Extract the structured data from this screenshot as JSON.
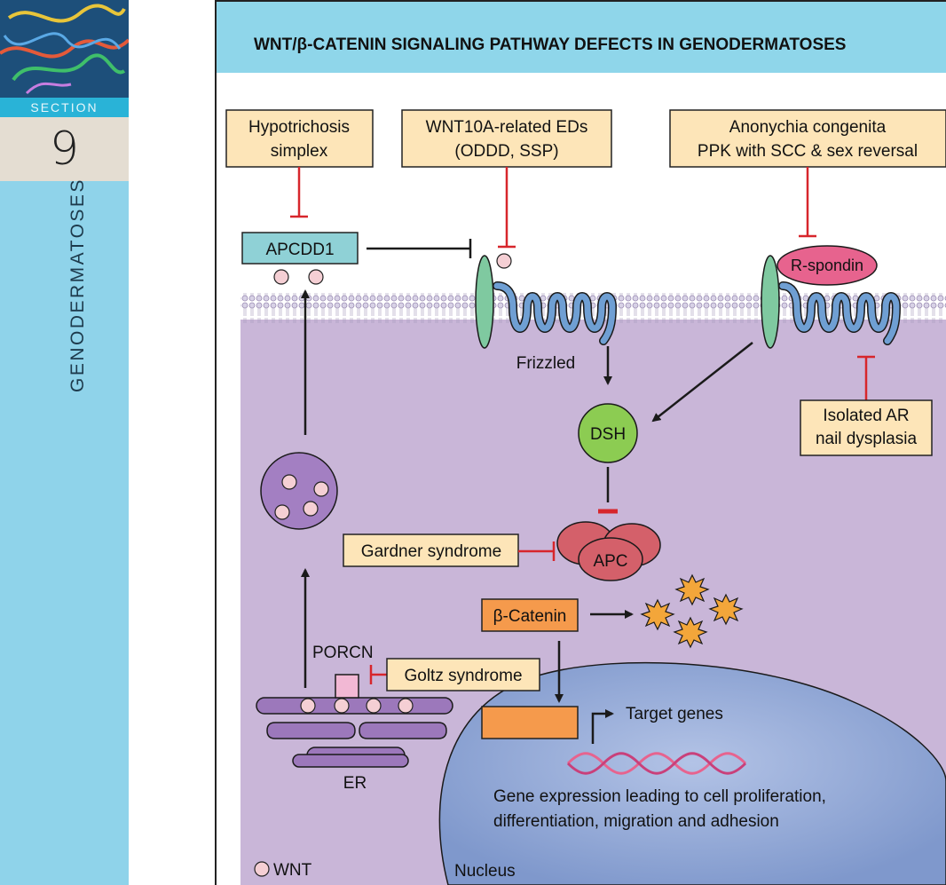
{
  "sidebar": {
    "section_label": "SECTION",
    "section_number": "9",
    "vertical_title": "GENODERMATOSES"
  },
  "figure": {
    "title": "WNT/β-CATENIN SIGNALING PATHWAY DEFECTS IN GENODERMATOSES",
    "disease_boxes": {
      "hypotrichosis": [
        "Hypotrichosis",
        "simplex"
      ],
      "wnt10a": [
        "WNT10A-related EDs",
        "(ODDD, SSP)"
      ],
      "anonychia": [
        "Anonychia congenita",
        "PPK with SCC & sex reversal"
      ],
      "isolated_ar": [
        "Isolated AR",
        "nail dysplasia"
      ],
      "gardner": "Gardner syndrome",
      "goltz": "Goltz syndrome"
    },
    "molecules": {
      "apcdd1": "APCDD1",
      "rspondin": "R-spondin",
      "frizzled": "Frizzled",
      "dsh": "DSH",
      "apc": "APC",
      "beta_catenin": "β-Catenin",
      "porcn": "PORCN",
      "er": "ER"
    },
    "nucleus": {
      "label": "Nucleus",
      "target_genes": "Target genes",
      "expression": [
        "Gene expression leading to cell proliferation,",
        "differentiation, migration and adhesion"
      ]
    },
    "legend": {
      "wnt": "WNT"
    },
    "colors": {
      "title_band": "#8fd6ea",
      "cytoplasm": "#c9b6d8",
      "disease_box": "#fde5b8",
      "inhibitor": "#d7262c",
      "apcdd1_box": "#8fd1d6",
      "nucleus": "#8ea6d4",
      "dsh": "#8ccc52",
      "apc": "#d4606a",
      "rspondin": "#e7638e",
      "beta_catenin": "#f59a4c",
      "receptor": "#6f9fd3",
      "lrp": "#7fc9a0",
      "vesicle": "#a37fc2",
      "er": "#9c78bb",
      "wnt_dot": "#f5cfd4"
    }
  }
}
